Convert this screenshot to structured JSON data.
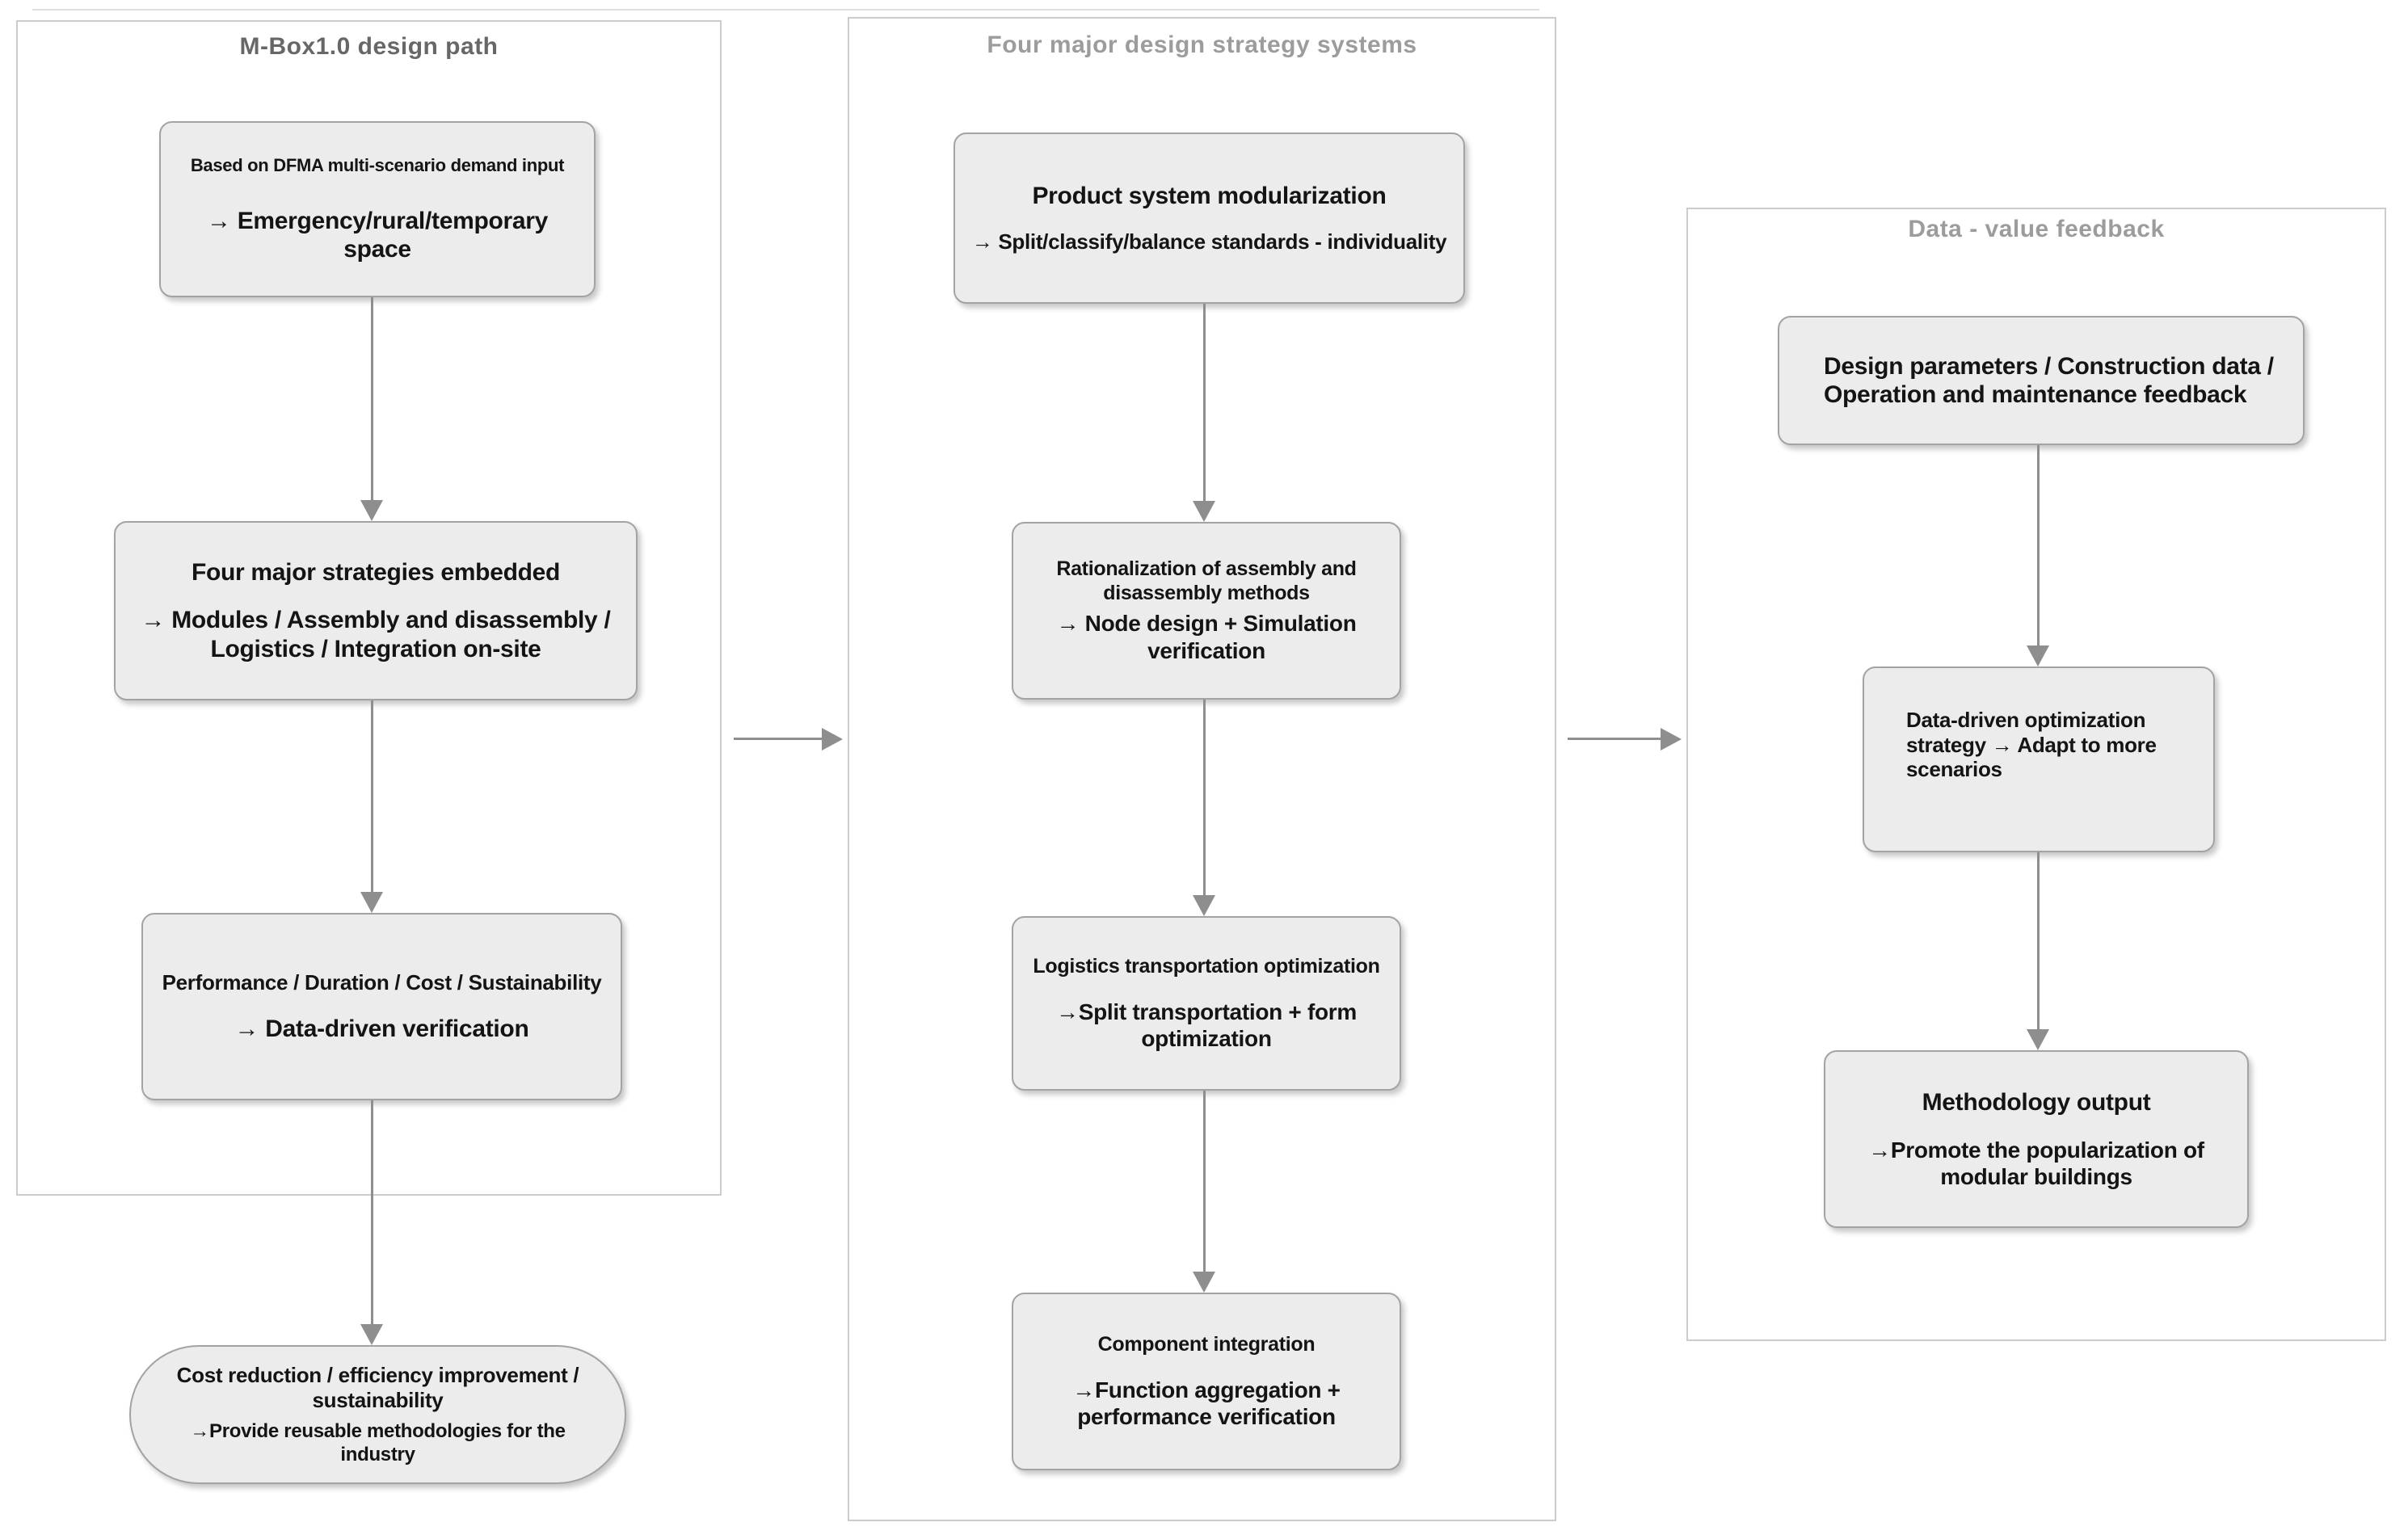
{
  "columns": [
    {
      "title": "M-Box1.0 design path",
      "boxes": [
        {
          "line1": "Based on DFMA multi-scenario demand input",
          "line2": "→ Emergency/rural/temporary space"
        },
        {
          "line1": "Four major strategies embedded",
          "line2": "→ Modules / Assembly and disassembly / Logistics / Integration on-site"
        },
        {
          "line1": "Performance / Duration / Cost / Sustainability",
          "line2": "→ Data-driven verification"
        },
        {
          "line1": "Cost reduction / efficiency improvement / sustainability",
          "line2": "→Provide reusable methodologies for the industry"
        }
      ]
    },
    {
      "title": "Four major design strategy systems",
      "boxes": [
        {
          "line1": "Product system modularization",
          "line2": "→ Split/classify/balance standards - individuality"
        },
        {
          "line1": "Rationalization of assembly and disassembly methods",
          "line2": "→ Node design + Simulation verification"
        },
        {
          "line1": "Logistics transportation optimization",
          "line2": "→Split transportation + form optimization"
        },
        {
          "line1": "Component integration",
          "line2": "→Function aggregation + performance verification"
        }
      ]
    },
    {
      "title": "Data - value feedback",
      "boxes": [
        {
          "line1": "Design parameters / Construction data / Operation and maintenance feedback"
        },
        {
          "line1": "Data-driven optimization strategy → Adapt to more scenarios"
        },
        {
          "line1": "Methodology output",
          "line2": "→Promote the popularization of modular buildings"
        }
      ]
    }
  ],
  "colors": {
    "box_fill": "#ececec",
    "box_border": "#a3a3a3",
    "container_border": "#cccccc",
    "arrow": "#8e8e8e",
    "title_left": "#676767",
    "title_muted": "#9c9c9c",
    "text": "#141414"
  }
}
